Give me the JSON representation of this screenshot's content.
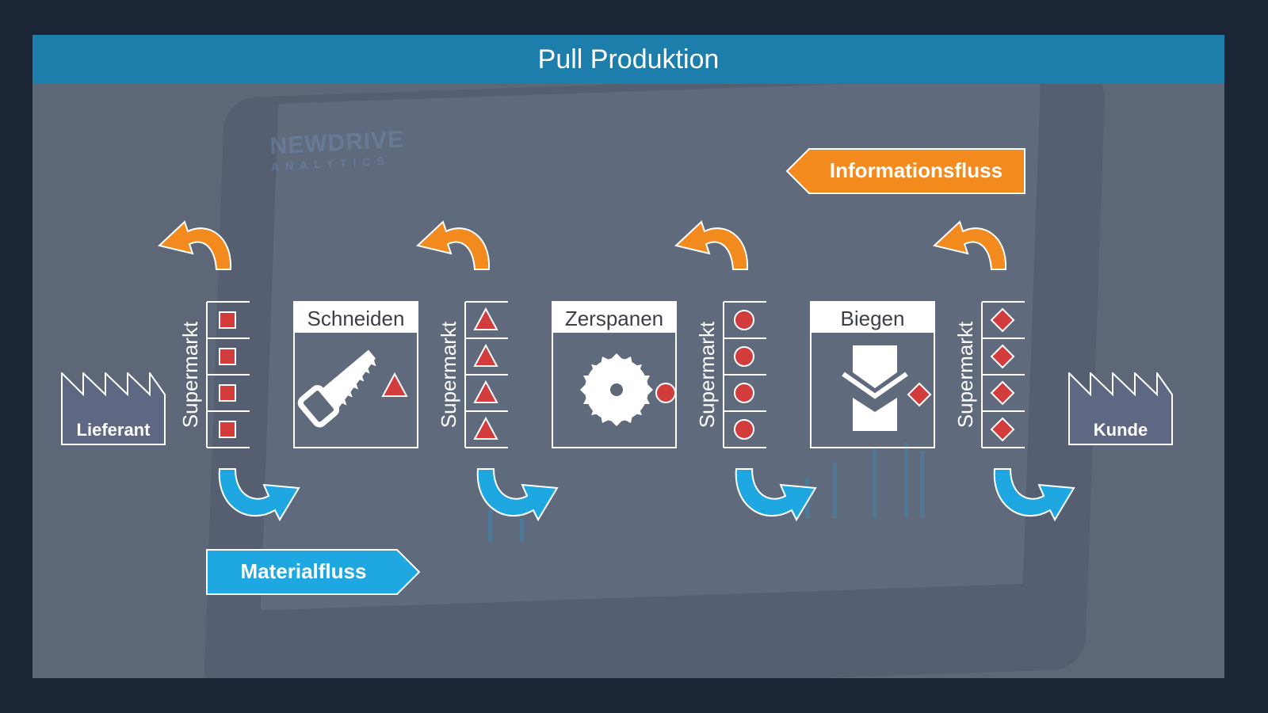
{
  "title": "Pull Produktion",
  "info_flow_label": "Informationsfluss",
  "material_flow_label": "Materialfluss",
  "supplier_label": "Lieferant",
  "customer_label": "Kunde",
  "processes": [
    {
      "label": "Schneiden",
      "icon": "saw-icon"
    },
    {
      "label": "Zerspanen",
      "icon": "circular-saw-icon"
    },
    {
      "label": "Biegen",
      "icon": "bending-press-icon"
    }
  ],
  "supermarkets": [
    {
      "label": "Supermarkt",
      "symbol": "square"
    },
    {
      "label": "Supermarkt",
      "symbol": "triangle"
    },
    {
      "label": "Supermarkt",
      "symbol": "circle"
    },
    {
      "label": "Supermarkt",
      "symbol": "diamond"
    }
  ],
  "background_text": {
    "brand": "NEWDRIVE",
    "brand_sub": "ANALYTICS"
  },
  "colors": {
    "title_bar": "#1d7dab",
    "information_flow": "#f28a1e",
    "material_flow": "#1ea7e1",
    "symbol_red": "#d23c3c",
    "panel": "#5d6778"
  }
}
